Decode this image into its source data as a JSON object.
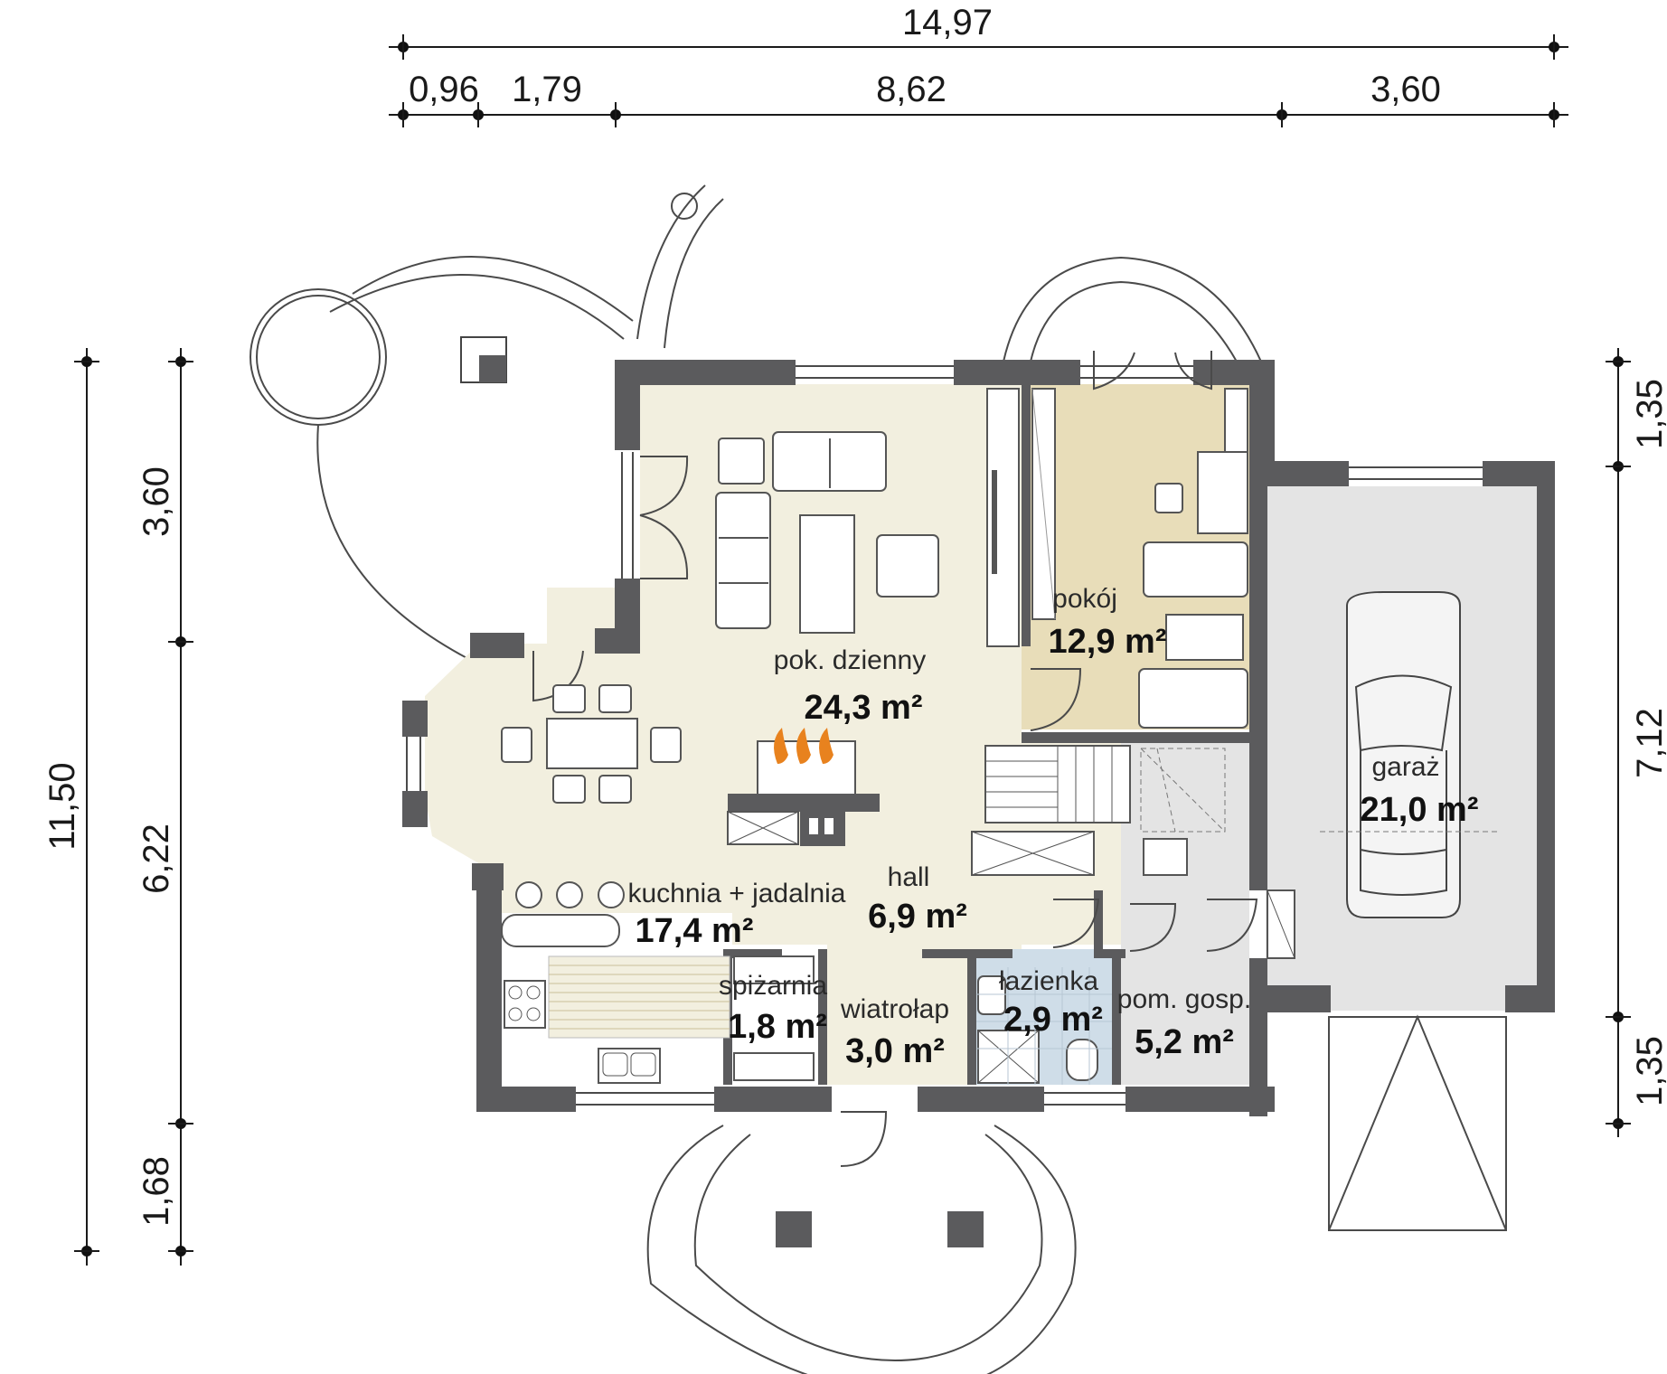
{
  "dimensions": {
    "top_total": "14,97",
    "top_segments": [
      "0,96",
      "1,79",
      "8,62",
      "3,60"
    ],
    "left_total": "11,50",
    "left_segments": [
      "3,60",
      "6,22",
      "1,68"
    ],
    "right_segments": [
      "1,35",
      "7,12",
      "1,35"
    ]
  },
  "rooms": {
    "living": {
      "name": "pok. dzienny",
      "area": "24,3 m²"
    },
    "room": {
      "name": "pokój",
      "area": "12,9 m²"
    },
    "garage": {
      "name": "garaż",
      "area": "21,0 m²"
    },
    "kitchen": {
      "name": "kuchnia + jadalnia",
      "area": "17,4 m²"
    },
    "hall": {
      "name": "hall",
      "area": "6,9 m²"
    },
    "pantry": {
      "name": "spiżarnia",
      "area": "1,8 m²"
    },
    "vestibule": {
      "name": "wiatrołap",
      "area": "3,0 m²"
    },
    "bathroom": {
      "name": "łazienka",
      "area": "2,9 m²"
    },
    "utility": {
      "name": "pom. gosp.",
      "area": "5,2 m²"
    }
  },
  "colors": {
    "wall": "#5b5b5d",
    "living_floor": "#f2efdf",
    "room_floor": "#e8ddb9",
    "garage_floor": "#e4e4e4",
    "bathroom_floor": "#cfdde8",
    "flame": "#e8821e"
  }
}
